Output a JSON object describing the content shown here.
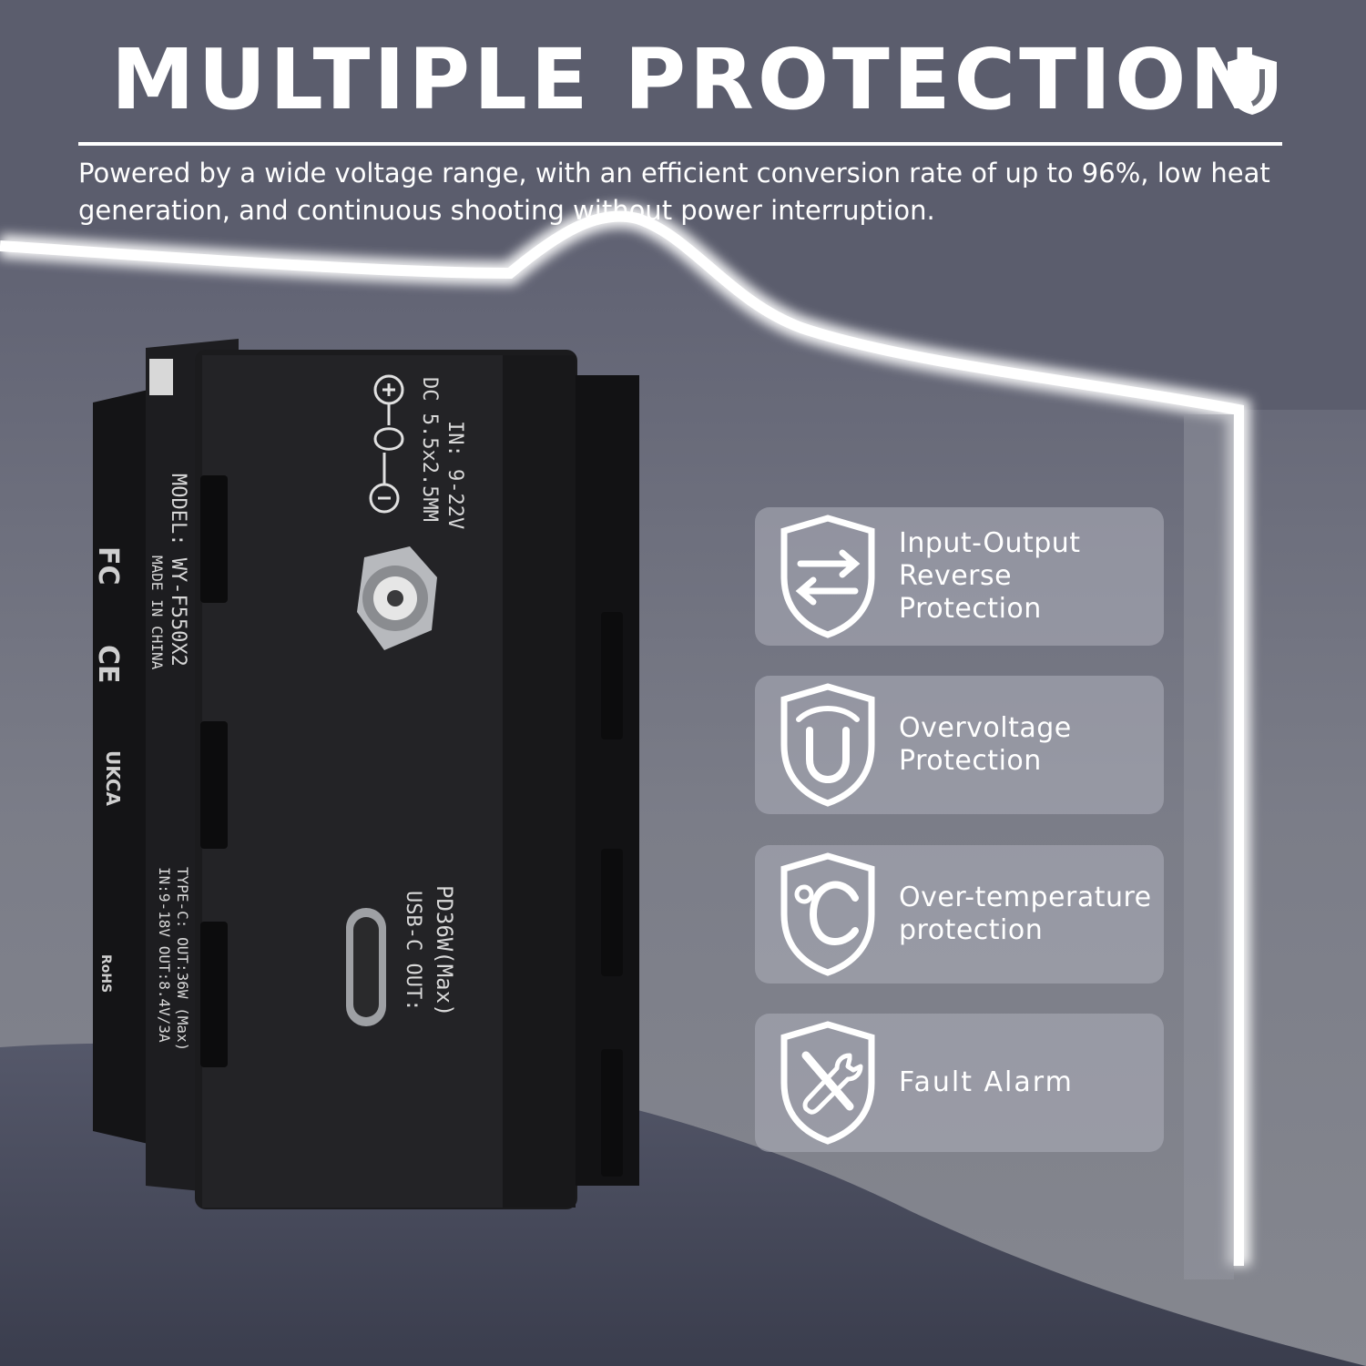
{
  "title": "MULTIPLE PROTECTION",
  "subtitle": "Powered by a wide voltage range, with an efficient conversion rate of up to 96%, low heat generation, and continuous shooting without power interruption.",
  "features": [
    {
      "label": "Input-Output\nReverse\nProtection",
      "icon": "arrows-swap-shield-icon"
    },
    {
      "label": "Overvoltage\nProtection",
      "icon": "voltage-u-shield-icon"
    },
    {
      "label": "Over-temperature\nprotection",
      "icon": "celsius-shield-icon"
    },
    {
      "label": "Fault Alarm",
      "icon": "tools-shield-icon"
    }
  ],
  "product": {
    "dc_spec": "DC 5.5x2.5MM",
    "dc_input": "IN: 9-22V",
    "usb_label": "USB-C OUT:",
    "usb_power": "PD36W(Max)",
    "model": "MODEL: WY-F550X2",
    "made_in": "MADE IN CHINA",
    "typec_spec": "TYPE-C: OUT:36W (Max)",
    "io_spec": "IN:9-18V  OUT:8.4V/3A",
    "fcc_logo": "FC",
    "ce_logo": "CE",
    "ukca_logo": "UKCA",
    "rohs_logo": "RoHS"
  },
  "colors": {
    "background": "#6d6f79",
    "card": "#a8aab4",
    "text": "#ffffff",
    "device": "#1c1c1e"
  }
}
